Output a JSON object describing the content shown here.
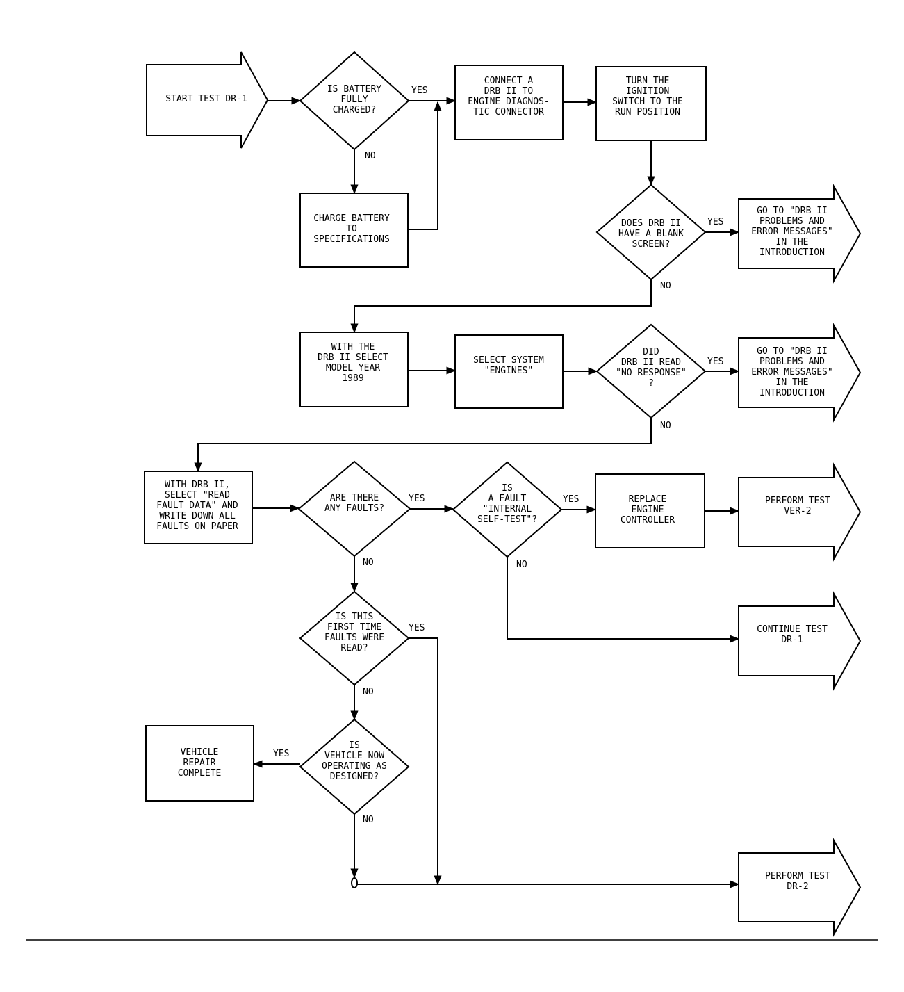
{
  "colors": {
    "stroke": "#000000",
    "background": "#ffffff"
  },
  "nodes": [
    {
      "id": "start",
      "shape": "arrow",
      "lines": [
        "START TEST DR-1"
      ]
    },
    {
      "id": "battery_charged",
      "shape": "diamond",
      "lines": [
        "IS BATTERY",
        "FULLY",
        "CHARGED?"
      ]
    },
    {
      "id": "connect_drb",
      "shape": "box",
      "lines": [
        "CONNECT A",
        "DRB II TO",
        "ENGINE DIAGNOS-",
        "TIC CONNECTOR"
      ]
    },
    {
      "id": "turn_ignition",
      "shape": "box",
      "lines": [
        "TURN THE",
        "IGNITION",
        "SWITCH TO THE",
        "RUN POSITION"
      ]
    },
    {
      "id": "charge_battery",
      "shape": "box",
      "lines": [
        "CHARGE BATTERY",
        "TO",
        "SPECIFICATIONS"
      ]
    },
    {
      "id": "blank_screen",
      "shape": "diamond",
      "lines": [
        "DOES DRB II",
        "HAVE A BLANK",
        "SCREEN?"
      ]
    },
    {
      "id": "goto_errors_1",
      "shape": "arrow",
      "lines": [
        "GO TO \"DRB II",
        "PROBLEMS AND",
        "ERROR MESSAGES\"",
        "IN THE",
        "INTRODUCTION"
      ]
    },
    {
      "id": "select_year",
      "shape": "box",
      "lines": [
        "WITH THE",
        "DRB II SELECT",
        "MODEL YEAR",
        "1989"
      ]
    },
    {
      "id": "select_system",
      "shape": "box",
      "lines": [
        "SELECT SYSTEM",
        "\"ENGINES\""
      ]
    },
    {
      "id": "no_response",
      "shape": "diamond",
      "lines": [
        "DID",
        "DRB II READ",
        "\"NO RESPONSE\"",
        "?"
      ]
    },
    {
      "id": "goto_errors_2",
      "shape": "arrow",
      "lines": [
        "GO TO \"DRB II",
        "PROBLEMS AND",
        "ERROR MESSAGES\"",
        "IN THE",
        "INTRODUCTION"
      ]
    },
    {
      "id": "read_fault",
      "shape": "box",
      "lines": [
        "WITH DRB II,",
        "SELECT \"READ",
        "FAULT DATA\" AND",
        "WRITE DOWN ALL",
        "FAULTS ON PAPER"
      ]
    },
    {
      "id": "any_faults",
      "shape": "diamond",
      "lines": [
        "ARE THERE",
        "ANY FAULTS?"
      ]
    },
    {
      "id": "internal_self_test",
      "shape": "diamond",
      "lines": [
        "IS",
        "A FAULT",
        "\"INTERNAL",
        "SELF-TEST\"?"
      ]
    },
    {
      "id": "replace_controller",
      "shape": "box",
      "lines": [
        "REPLACE",
        "ENGINE",
        "CONTROLLER"
      ]
    },
    {
      "id": "perform_ver2",
      "shape": "arrow",
      "lines": [
        "PERFORM TEST",
        "VER-2"
      ]
    },
    {
      "id": "first_time",
      "shape": "diamond",
      "lines": [
        "IS THIS",
        "FIRST TIME",
        "FAULTS WERE",
        "READ?"
      ]
    },
    {
      "id": "continue_dr1",
      "shape": "arrow",
      "lines": [
        "CONTINUE TEST",
        "DR-1"
      ]
    },
    {
      "id": "vehicle_complete",
      "shape": "box",
      "lines": [
        "VEHICLE",
        "REPAIR",
        "COMPLETE"
      ]
    },
    {
      "id": "operating_designed",
      "shape": "diamond",
      "lines": [
        "IS",
        "VEHICLE NOW",
        "OPERATING AS",
        "DESIGNED?"
      ]
    },
    {
      "id": "perform_dr2",
      "shape": "arrow",
      "lines": [
        "PERFORM TEST",
        "DR-2"
      ]
    }
  ],
  "edge_labels": [
    {
      "id": "battery_yes",
      "text": "YES"
    },
    {
      "id": "battery_no",
      "text": "NO"
    },
    {
      "id": "blank_yes",
      "text": "YES"
    },
    {
      "id": "blank_no",
      "text": "NO"
    },
    {
      "id": "noresp_yes",
      "text": "YES"
    },
    {
      "id": "noresp_no",
      "text": "NO"
    },
    {
      "id": "faults_yes",
      "text": "YES"
    },
    {
      "id": "faults_no",
      "text": "NO"
    },
    {
      "id": "selftest_yes",
      "text": "YES"
    },
    {
      "id": "selftest_no",
      "text": "NO"
    },
    {
      "id": "first_yes",
      "text": "YES"
    },
    {
      "id": "first_no",
      "text": "NO"
    },
    {
      "id": "operating_yes",
      "text": "YES"
    },
    {
      "id": "operating_no",
      "text": "NO"
    }
  ]
}
